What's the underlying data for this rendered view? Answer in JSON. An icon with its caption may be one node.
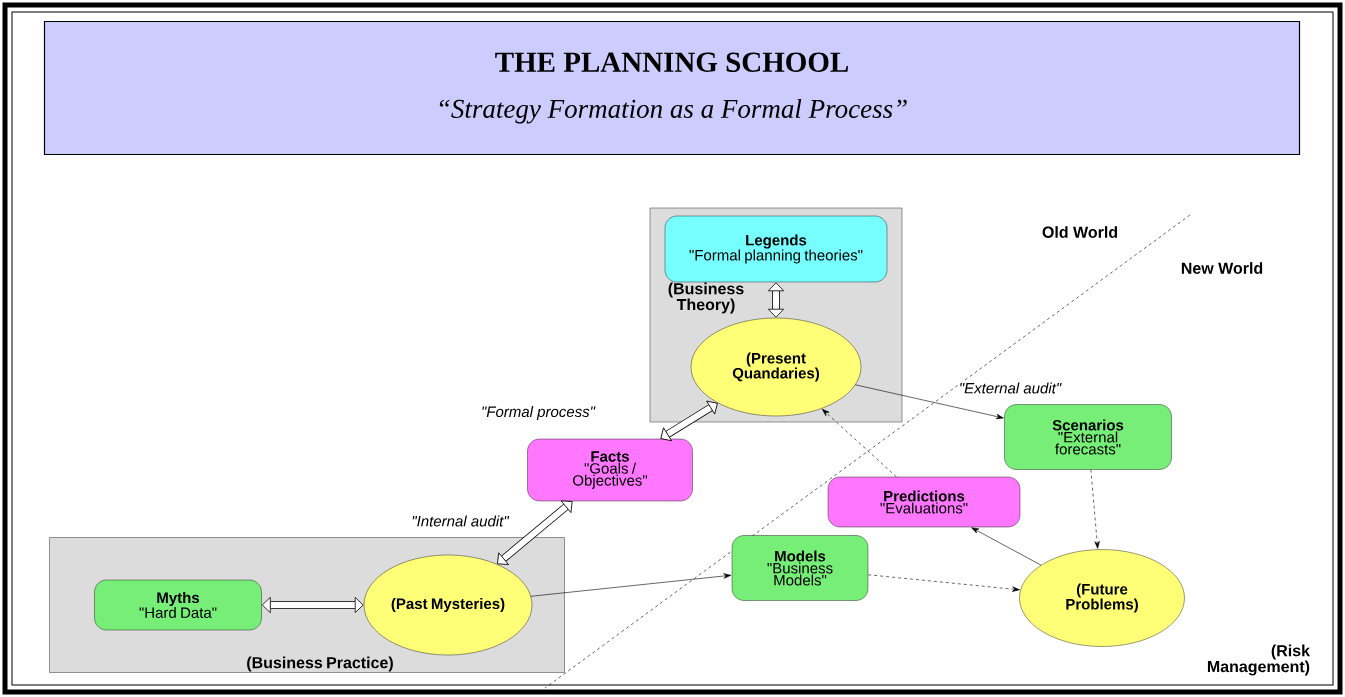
{
  "diagram": {
    "nodes": [
      {
        "text": [
          "THE  PLANNING SCHOOL",
          "“Strategy Formation as a Formal Process”"
        ]
      },
      {
        "text": [
          "(Business Theory)"
        ]
      },
      {
        "text": [
          "Legends",
          "\"Formal planning theories\""
        ],
        "in": 1
      },
      {
        "text": [
          "(Present Quandaries)"
        ],
        "in": 1
      },
      {
        "text": [
          "Facts",
          "\"Goals / Objectives\""
        ]
      },
      {
        "text": [
          "(Business Practice)"
        ]
      },
      {
        "text": [
          "Myths",
          "\"Hard Data\""
        ],
        "in": 5
      },
      {
        "text": [
          "(Past Mysteries)"
        ],
        "in": 5
      },
      {
        "text": [
          "Scenarios",
          "\"External forecasts\""
        ]
      },
      {
        "text": [
          "Predictions",
          "\"Evaluations\""
        ]
      },
      {
        "text": [
          "Models",
          "\"Business Models\""
        ]
      },
      {
        "text": [
          "(Future Problems)"
        ],
        "beside": [
          "(Risk Management)"
        ]
      }
    ],
    "edges": [
      {
        "from": 2,
        "to": 3,
        "arrow": "both",
        "style": "thick"
      },
      {
        "from": 4,
        "to": 3,
        "arrow": "both",
        "style": "thick",
        "label": "\"Formal process\""
      },
      {
        "from": 4,
        "to": 7,
        "arrow": "both",
        "style": "thick",
        "label": "\"Internal audit\""
      },
      {
        "from": 6,
        "to": 7,
        "arrow": "both",
        "style": "thick"
      },
      {
        "from": 3,
        "to": 8,
        "arrow": "to",
        "label": "\"External audit\""
      },
      {
        "from": 8,
        "to": 11,
        "arrow": "to",
        "style": "dashed"
      },
      {
        "from": 11,
        "to": 9,
        "arrow": "to"
      },
      {
        "from": 9,
        "to": 3,
        "arrow": "to",
        "style": "dashed"
      },
      {
        "from": 7,
        "to": 10,
        "arrow": "to"
      },
      {
        "from": 10,
        "to": 11,
        "arrow": "to",
        "style": "dashed"
      }
    ],
    "labels": [
      "Old World",
      "New World"
    ]
  }
}
